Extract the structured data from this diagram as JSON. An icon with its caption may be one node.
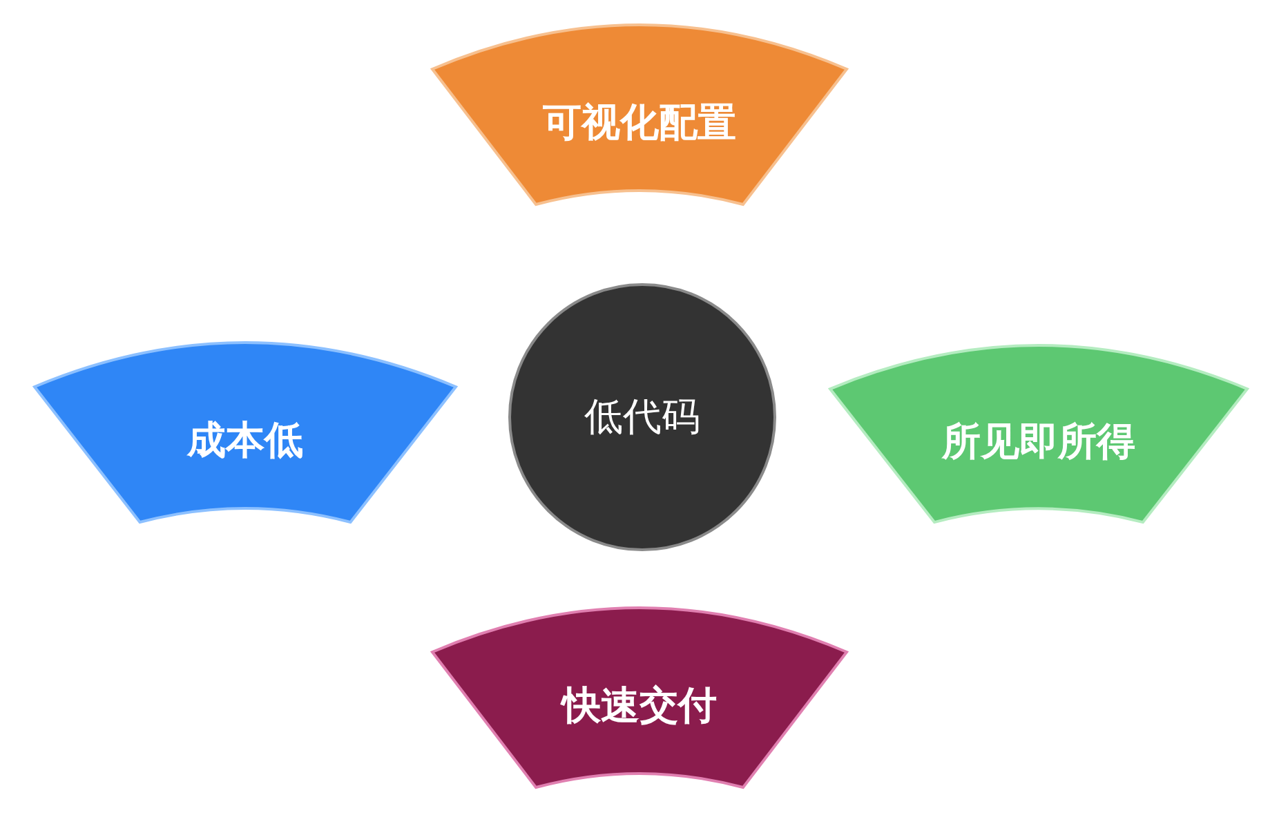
{
  "diagram": {
    "nodes": [
      {
        "text": [
          "可视化配置"
        ]
      },
      {
        "text": [
          "成本低"
        ]
      },
      {
        "text": [
          "低代码"
        ]
      },
      {
        "text": [
          "所见即所得"
        ]
      },
      {
        "text": [
          "快速交付"
        ]
      }
    ]
  }
}
